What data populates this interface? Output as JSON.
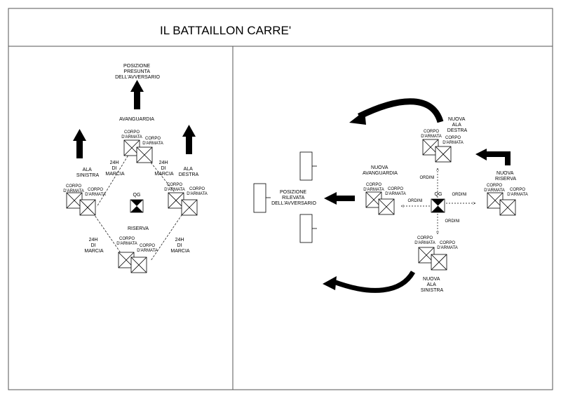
{
  "title": "IL BATTAILLON CARRE'",
  "left": {
    "enemy_label": [
      "POSIZIONE",
      "PRESUNTA",
      "DELL'AVVERSARIO"
    ],
    "vanguard_label": "AVANGUARDIA",
    "left_wing_label": [
      "ALA",
      "SINISTRA"
    ],
    "right_wing_label": [
      "ALA",
      "DESTRA"
    ],
    "reserve_label": "RISERVA",
    "hq_label": "QG",
    "corps_label": [
      "CORPO",
      "D'ARMATA"
    ],
    "march_label": [
      "24H",
      "DI",
      "MARCIA"
    ]
  },
  "right": {
    "enemy_label": [
      "POSIZIONE",
      "RILEVATA",
      "DELL'AVVERSARIO"
    ],
    "new_vanguard_label": [
      "NUOVA",
      "AVANGUARDIA"
    ],
    "new_right_wing_label": [
      "NUOVA",
      "ALA",
      "DESTRA"
    ],
    "new_reserve_label": [
      "NUOVA",
      "RISERVA"
    ],
    "new_left_wing_label": [
      "NUOVA",
      "ALA",
      "SINISTRA"
    ],
    "hq_label": "QG",
    "orders_label": "ORDINI",
    "corps_label": [
      "CORPO",
      "D'ARMATA"
    ]
  }
}
